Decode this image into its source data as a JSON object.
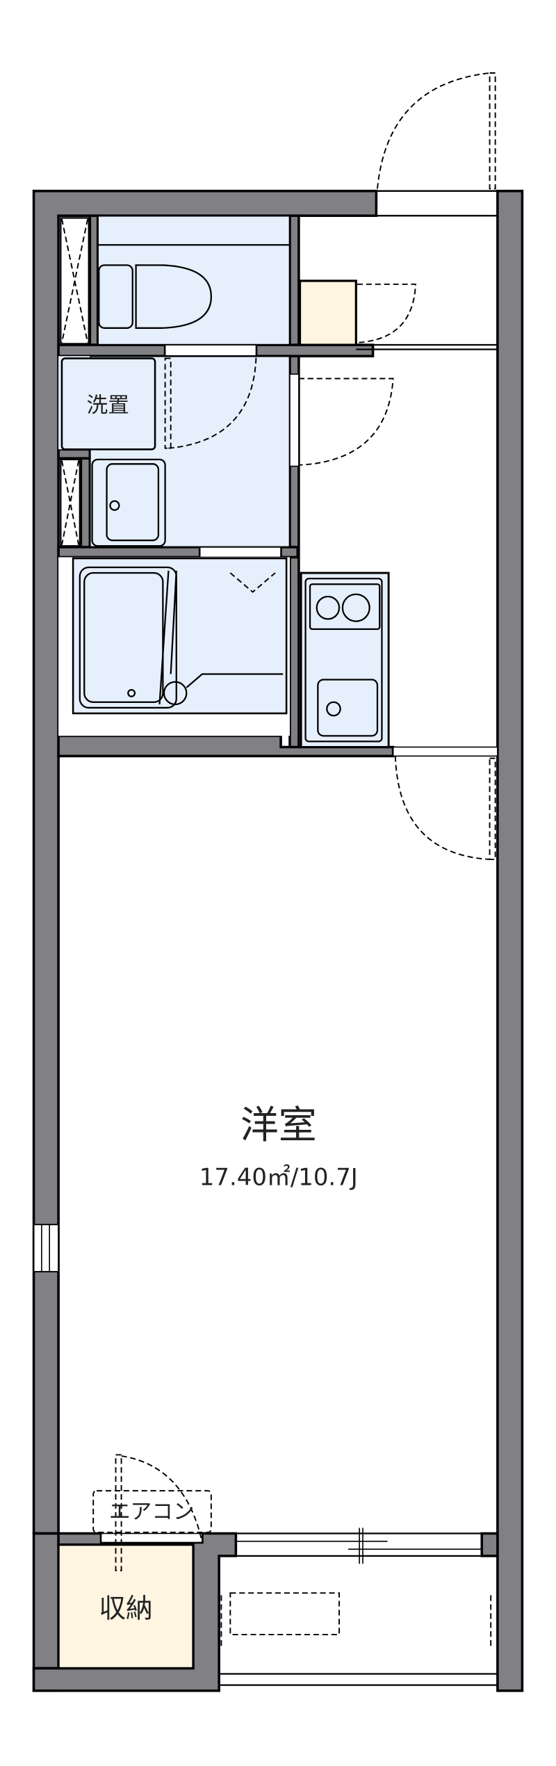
{
  "floorplan": {
    "rooms": {
      "western_room": {
        "name": "洋室",
        "area": "17.40㎡/10.7J"
      },
      "washer_space": {
        "name": "洗置"
      },
      "storage": {
        "name": "収納"
      },
      "air_conditioner": {
        "name": "エアコン"
      }
    },
    "colors": {
      "wall": "#808085",
      "wet_area": "#e6effc",
      "storage": "#fff5e1"
    }
  }
}
